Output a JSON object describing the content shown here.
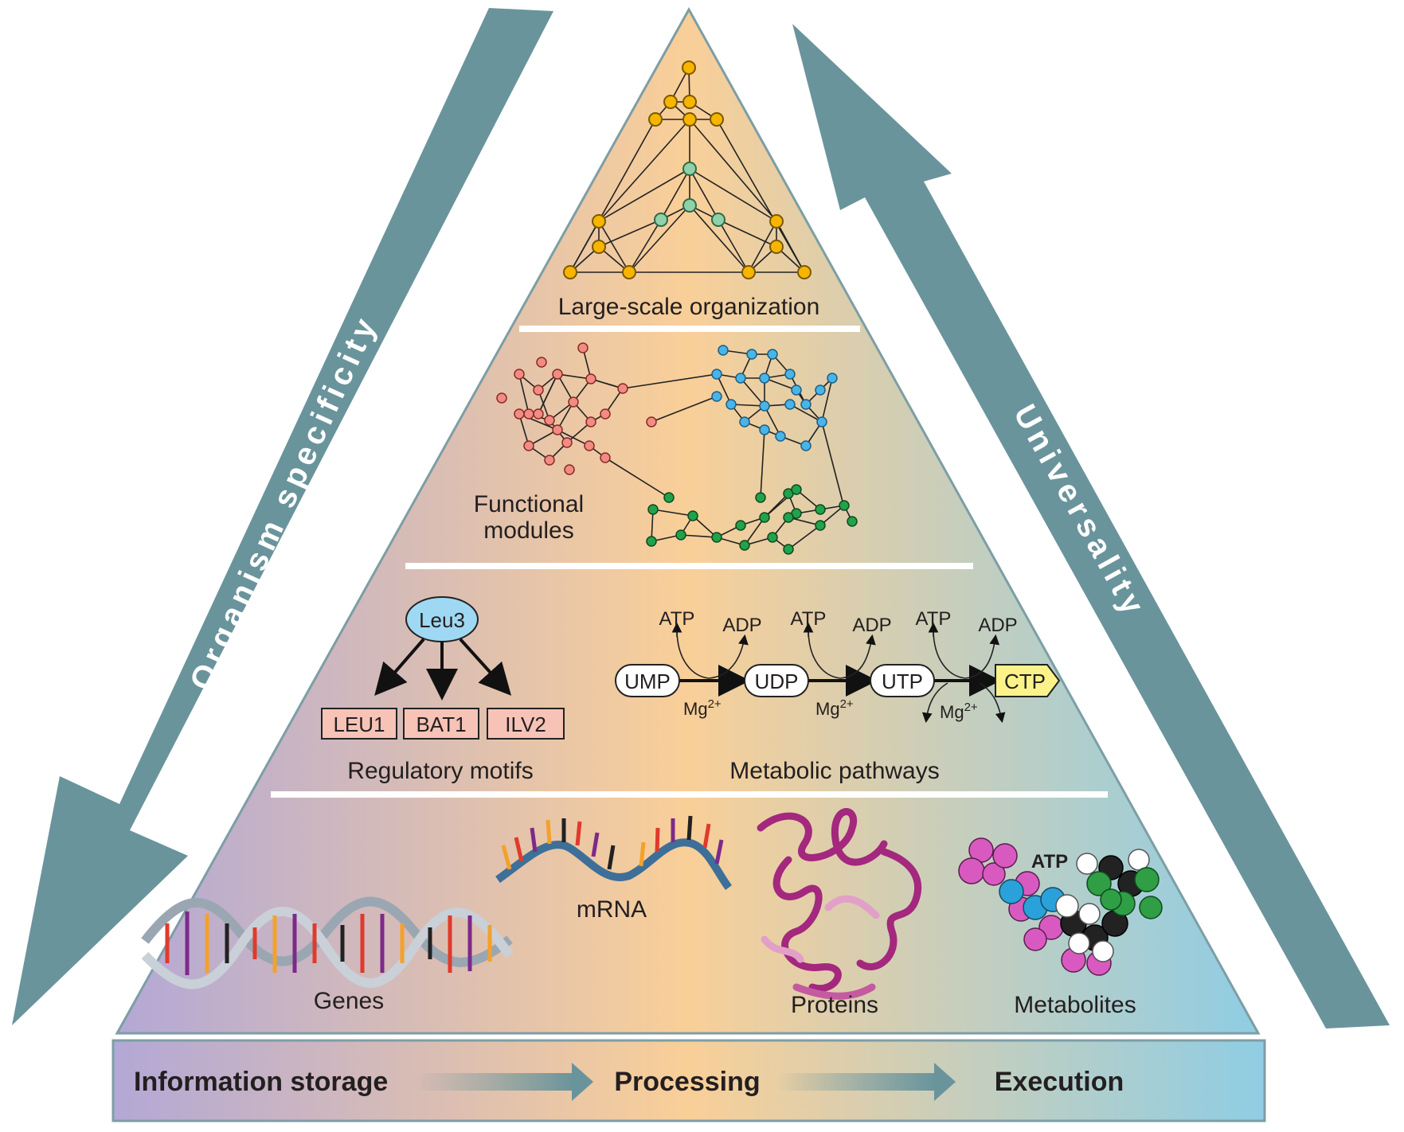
{
  "arrows": {
    "left": "Organism specificity",
    "right": "Universality"
  },
  "levels": {
    "top": "Large-scale organization",
    "modules": {
      "line1": "Functional",
      "line2": "modules"
    },
    "motifs": {
      "label": "Regulatory motifs",
      "regulator": "Leu3",
      "targets": [
        "LEU1",
        "BAT1",
        "ILV2"
      ]
    },
    "pathways": {
      "label": "Metabolic pathways",
      "nodes": [
        "UMP",
        "UDP",
        "UTP",
        "CTP"
      ],
      "atp": "ATP",
      "adp": "ADP",
      "mg": "Mg",
      "mg_sup": "2+"
    },
    "base": {
      "genes": "Genes",
      "mrna": "mRNA",
      "proteins": "Proteins",
      "metabolites": "Metabolites",
      "atp_tag": "ATP"
    }
  },
  "flow": {
    "storage": "Information storage",
    "processing": "Processing",
    "execution": "Execution"
  },
  "colors": {
    "arrow": "#6a949c",
    "left_tint": "#b3a8d6",
    "mid_tint": "#f9cf98",
    "right_tint": "#8fcde4"
  }
}
